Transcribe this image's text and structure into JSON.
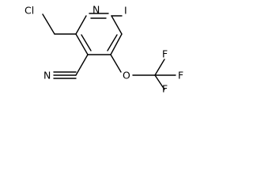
{
  "molecule": {
    "atoms": {
      "cl": "Cl",
      "n_ring": "N",
      "iodine": "I",
      "n_nitrile": "N",
      "oxygen": "O",
      "f1": "F",
      "f2": "F",
      "f3": "F"
    }
  }
}
